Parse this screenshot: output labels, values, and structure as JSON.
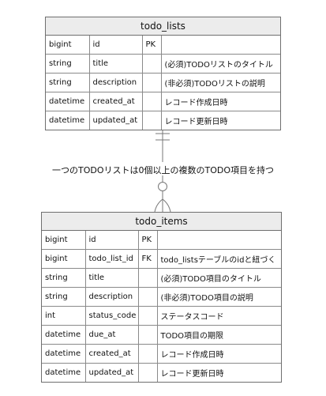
{
  "relationship_label": "一つのTODOリストは0個以上の複数のTODO項目を持つ",
  "todo_lists": {
    "name": "todo_lists",
    "columns": [
      {
        "type": "bigint",
        "name": "id",
        "key": "PK",
        "comment": ""
      },
      {
        "type": "string",
        "name": "title",
        "key": "",
        "comment": "(必須)TODOリストのタイトル"
      },
      {
        "type": "string",
        "name": "description",
        "key": "",
        "comment": "(非必須)TODOリストの説明"
      },
      {
        "type": "datetime",
        "name": "created_at",
        "key": "",
        "comment": "レコード作成日時"
      },
      {
        "type": "datetime",
        "name": "updated_at",
        "key": "",
        "comment": "レコード更新日時"
      }
    ]
  },
  "todo_items": {
    "name": "todo_items",
    "columns": [
      {
        "type": "bigint",
        "name": "id",
        "key": "PK",
        "comment": ""
      },
      {
        "type": "bigint",
        "name": "todo_list_id",
        "key": "FK",
        "comment": "todo_listsテーブルのidと紐づく"
      },
      {
        "type": "string",
        "name": "title",
        "key": "",
        "comment": "(必須)TODO項目のタイトル"
      },
      {
        "type": "string",
        "name": "description",
        "key": "",
        "comment": "(非必須)TODO項目の説明"
      },
      {
        "type": "int",
        "name": "status_code",
        "key": "",
        "comment": "ステータスコード"
      },
      {
        "type": "datetime",
        "name": "due_at",
        "key": "",
        "comment": "TODO項目の期限"
      },
      {
        "type": "datetime",
        "name": "created_at",
        "key": "",
        "comment": "レコード作成日時"
      },
      {
        "type": "datetime",
        "name": "updated_at",
        "key": "",
        "comment": "レコード更新日時"
      }
    ]
  }
}
